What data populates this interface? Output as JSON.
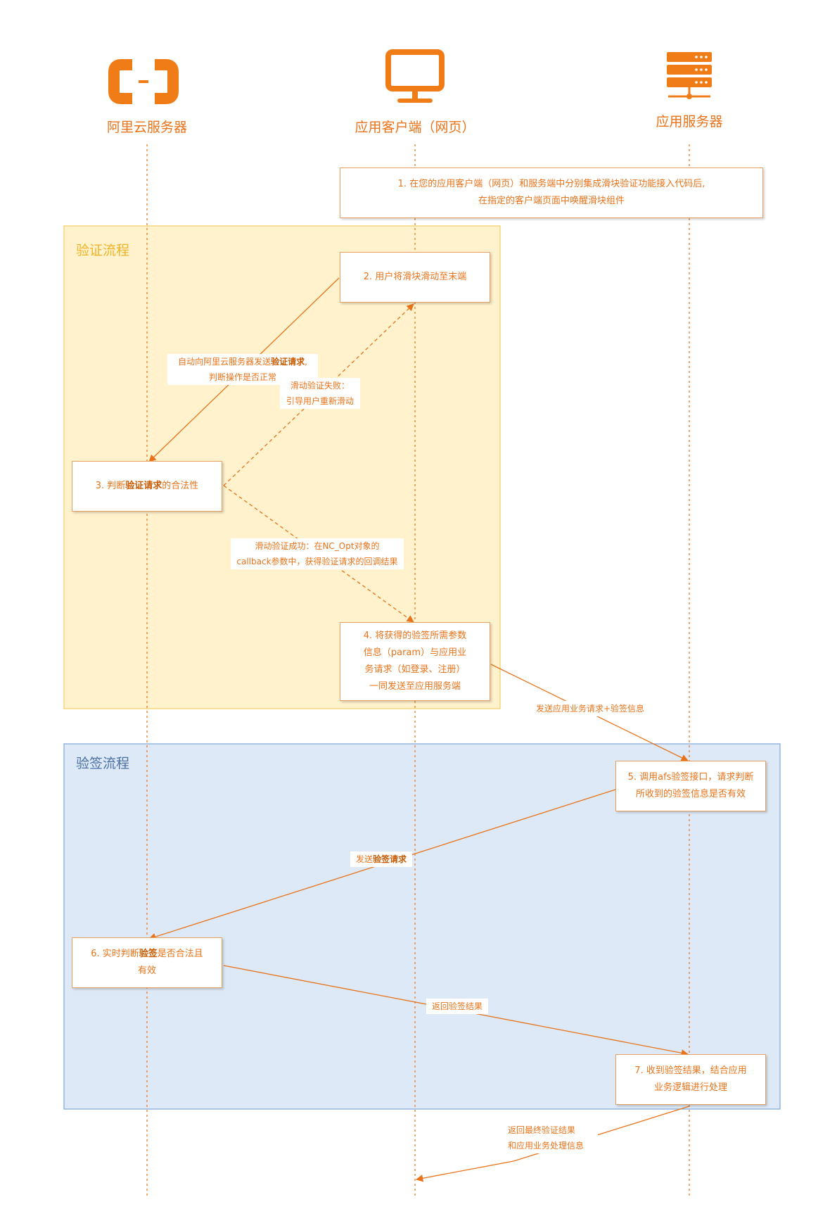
{
  "actors": {
    "aliyun": {
      "label": "阿里云服务器",
      "icon": "aliyun-logo-icon"
    },
    "client": {
      "label": "应用客户端（网页）",
      "icon": "monitor-icon"
    },
    "server": {
      "label": "应用服务器",
      "icon": "server-rack-icon"
    }
  },
  "regions": {
    "verify": {
      "title": "验证流程"
    },
    "sign": {
      "title": "验签流程"
    }
  },
  "steps": {
    "s1": {
      "line1": "1. 在您的应用客户端（网页）和服务端中分别集成滑块验证功能接入代码后,",
      "line2": "在指定的客户端页面中唤醒滑块组件"
    },
    "s2": {
      "line1": "2. 用户将滑块滑动至末端"
    },
    "s3": {
      "pre": "3. 判断",
      "bold": "验证请求",
      "post": "的合法性"
    },
    "s4": {
      "line1": "4. 将获得的验签所需参数",
      "line2": "信息（param）与应用业",
      "line3": "务请求（如登录、注册）",
      "line4": "一同发送至应用服务端"
    },
    "s5": {
      "line1": "5. 调用afs验签接口，请求判断",
      "line2": "所收到的验签信息是否有效"
    },
    "s6": {
      "pre": "6. 实时判断",
      "bold": "验签",
      "post": "是否合法且",
      "line2": "有效"
    },
    "s7": {
      "line1": "7. 收到验签结果，结合应用",
      "line2": "业务逻辑进行处理"
    }
  },
  "edges": {
    "e1": {
      "pre": "自动向阿里云服务器发送",
      "bold": "验证请求",
      "post": ",",
      "line2": "判断操作是否正常"
    },
    "e2": {
      "line1": "滑动验证失败：",
      "line2": "引导用户重新滑动"
    },
    "e3": {
      "line1": "滑动验证成功：在NC_Opt对象的",
      "line2": "callback参数中，获得验证请求的回调结果"
    },
    "e4": {
      "line1": "发送应用业务请求+验签信息"
    },
    "e5": {
      "pre": "发送",
      "bold": "验签请求"
    },
    "e6": {
      "line1": "返回验签结果"
    },
    "e7": {
      "line1": "返回最终验证结果",
      "line2": "和应用业务处理信息"
    }
  },
  "colors": {
    "accent": "#e8731a",
    "verify_fill": "#fff2cc",
    "verify_border": "#f5cf62",
    "verify_title": "#f0b429",
    "sign_fill": "#dde9f6",
    "sign_border": "#7ea6d8",
    "sign_title": "#4a6fa5"
  }
}
